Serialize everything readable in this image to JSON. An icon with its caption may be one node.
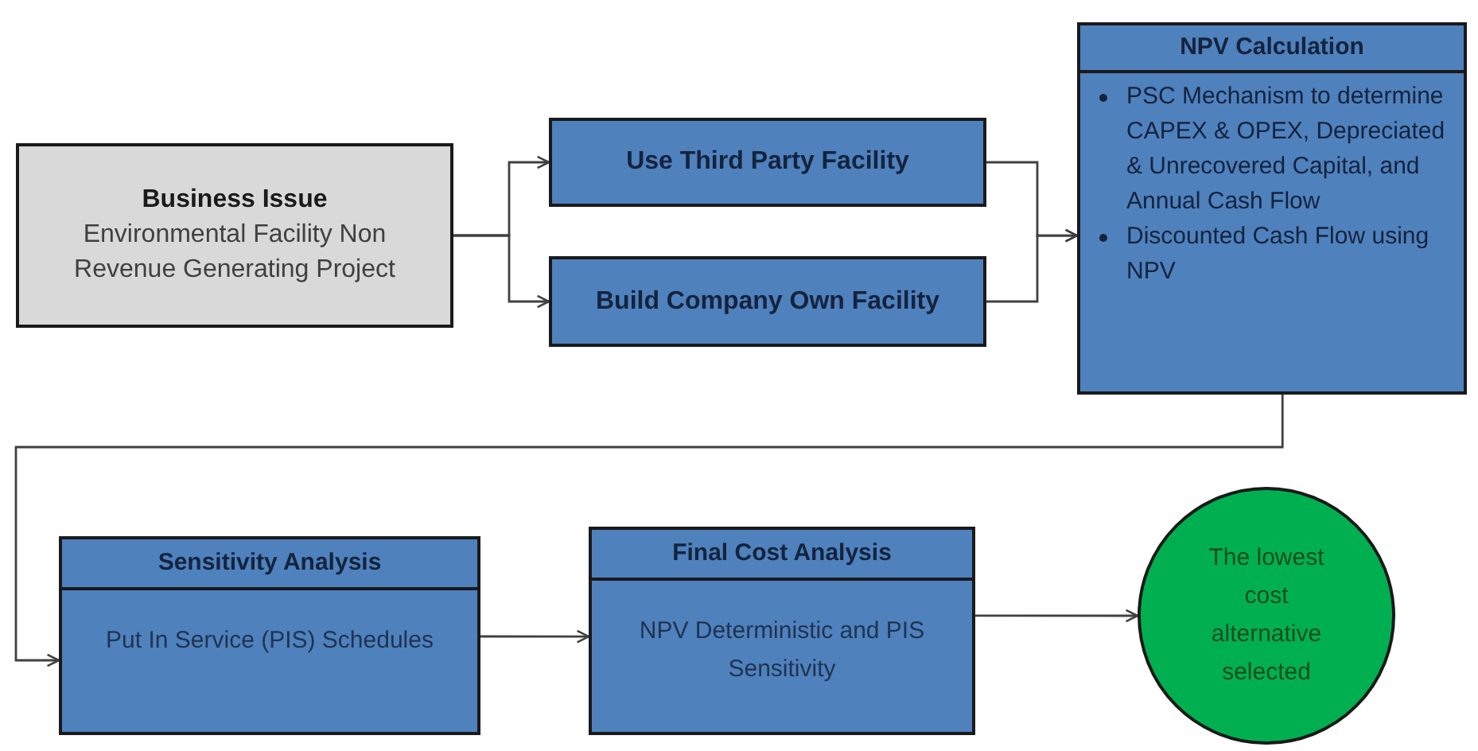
{
  "diagram": {
    "nodes": [
      {
        "text": [
          "Business Issue",
          "Environmental Facility Non Revenue Generating Project"
        ]
      },
      {
        "text": [
          "Use Third Party Facility"
        ]
      },
      {
        "text": [
          "Build Company Own Facility"
        ]
      },
      {
        "text": [
          "NPV Calculation",
          "PSC Mechanism to determine CAPEX & OPEX, Depreciated & Unrecovered Capital, and Annual Cash Flow",
          "Discounted Cash Flow using NPV"
        ]
      },
      {
        "text": [
          "Sensitivity Analysis",
          "Put In Service (PIS) Schedules"
        ]
      },
      {
        "text": [
          "Final Cost Analysis",
          "NPV Deterministic and PIS Sensitivity"
        ]
      },
      {
        "text": [
          "The lowest cost alternative selected"
        ]
      }
    ],
    "edges": [
      {
        "from": 0,
        "to": 1,
        "arrow": "to"
      },
      {
        "from": 0,
        "to": 2,
        "arrow": "to"
      },
      {
        "from": 1,
        "to": 3,
        "arrow": "to"
      },
      {
        "from": 2,
        "to": 3,
        "arrow": "to"
      },
      {
        "from": 3,
        "to": 4,
        "arrow": "to"
      },
      {
        "from": 4,
        "to": 5,
        "arrow": "to"
      },
      {
        "from": 5,
        "to": 6,
        "arrow": "to"
      }
    ]
  }
}
